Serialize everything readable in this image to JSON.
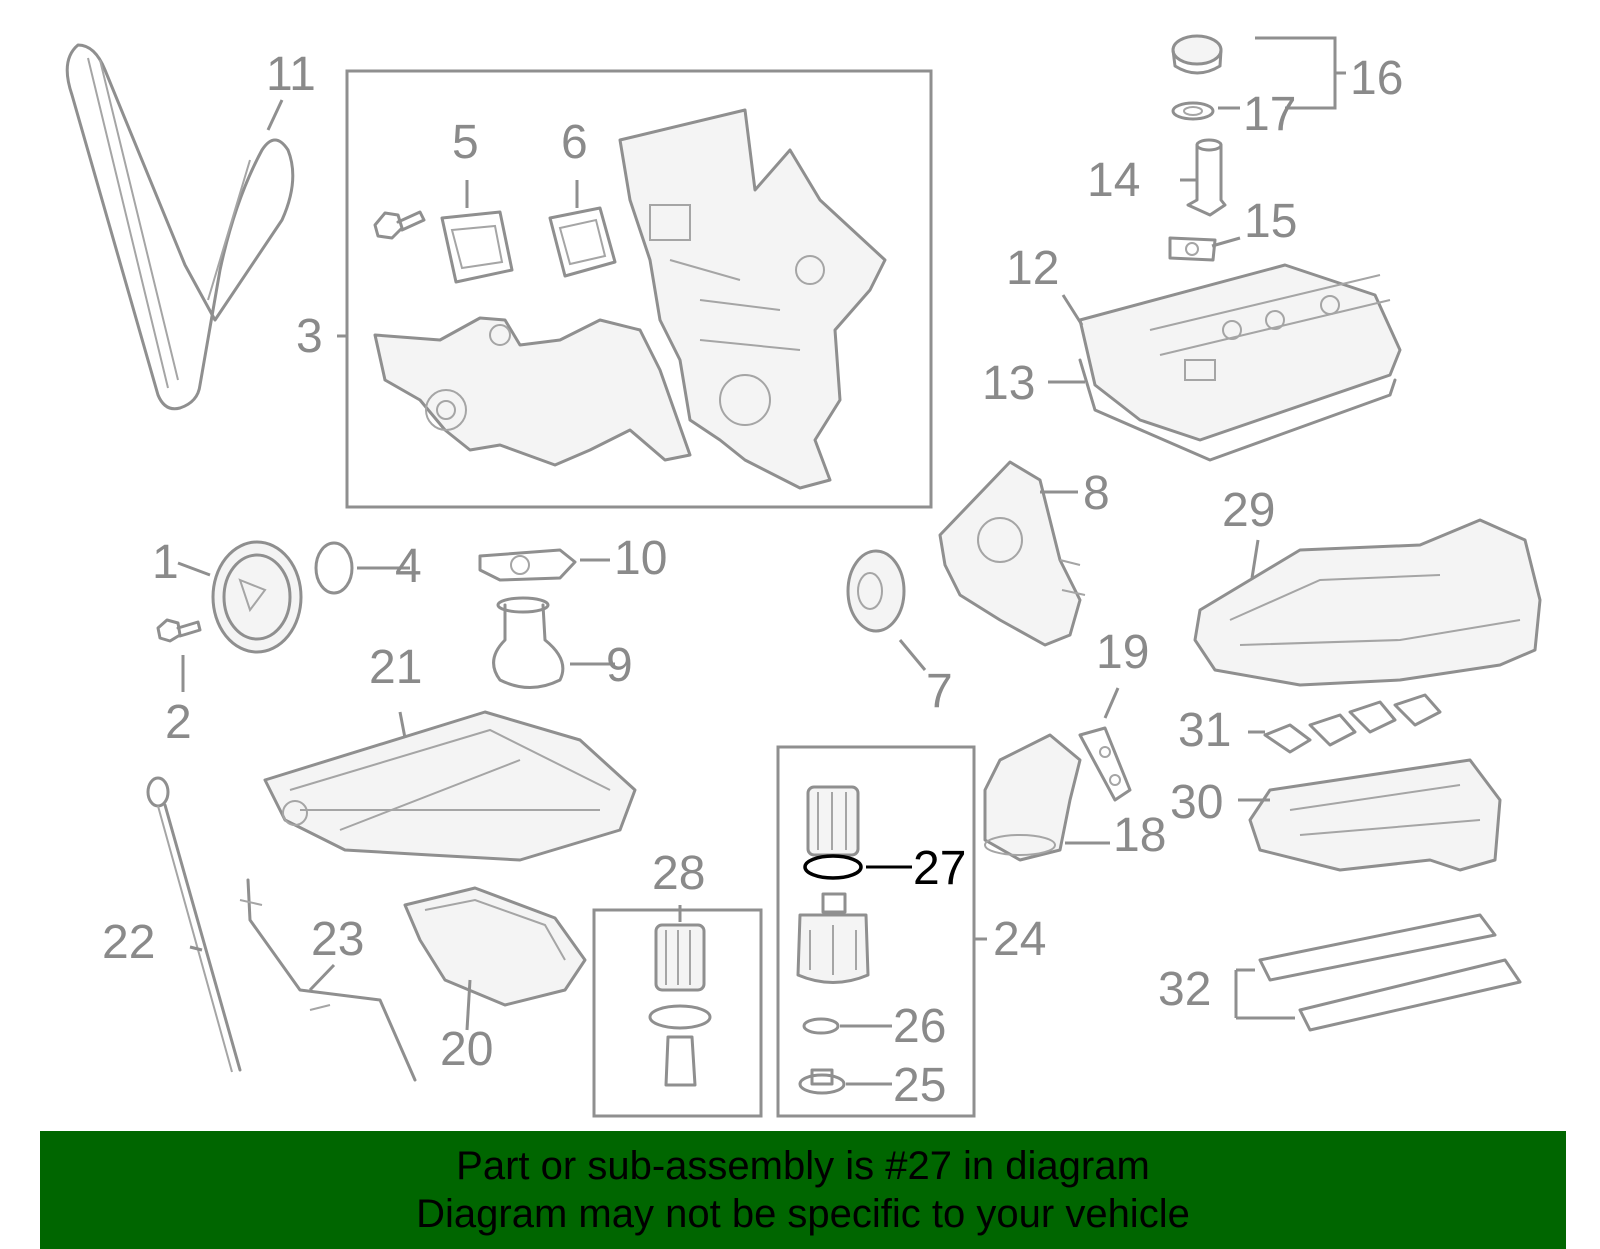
{
  "callouts": {
    "c1": "1",
    "c2": "2",
    "c3": "3",
    "c4": "4",
    "c5": "5",
    "c6": "6",
    "c7": "7",
    "c8": "8",
    "c9": "9",
    "c10": "10",
    "c11": "11",
    "c12": "12",
    "c13": "13",
    "c14": "14",
    "c15": "15",
    "c16": "16",
    "c17": "17",
    "c18": "18",
    "c19": "19",
    "c20": "20",
    "c21": "21",
    "c22": "22",
    "c23": "23",
    "c24": "24",
    "c25": "25",
    "c26": "26",
    "c27": "27",
    "c28": "28",
    "c29": "29",
    "c30": "30",
    "c31": "31",
    "c32": "32"
  },
  "highlight_color": "#000000",
  "callout_color": "#8a8a8a",
  "banner": {
    "line1": "Part or sub-assembly is #27 in diagram",
    "line2": "Diagram may not be specific to your vehicle",
    "background": "#006600"
  }
}
